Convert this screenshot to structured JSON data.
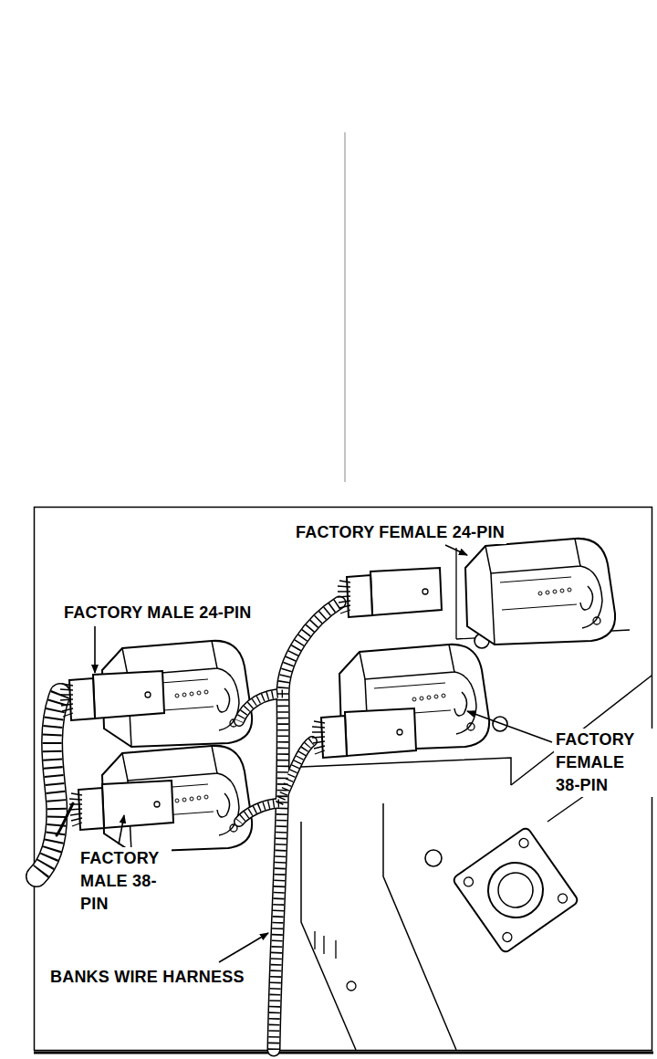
{
  "diagram": {
    "labels": [
      "FACTORY FEMALE 24-PIN",
      "FACTORY MALE 24-PIN",
      "FACTORY FEMALE 38-PIN",
      "FACTORY MALE 38-PIN",
      "BANKS WIRE HARNESS"
    ]
  }
}
